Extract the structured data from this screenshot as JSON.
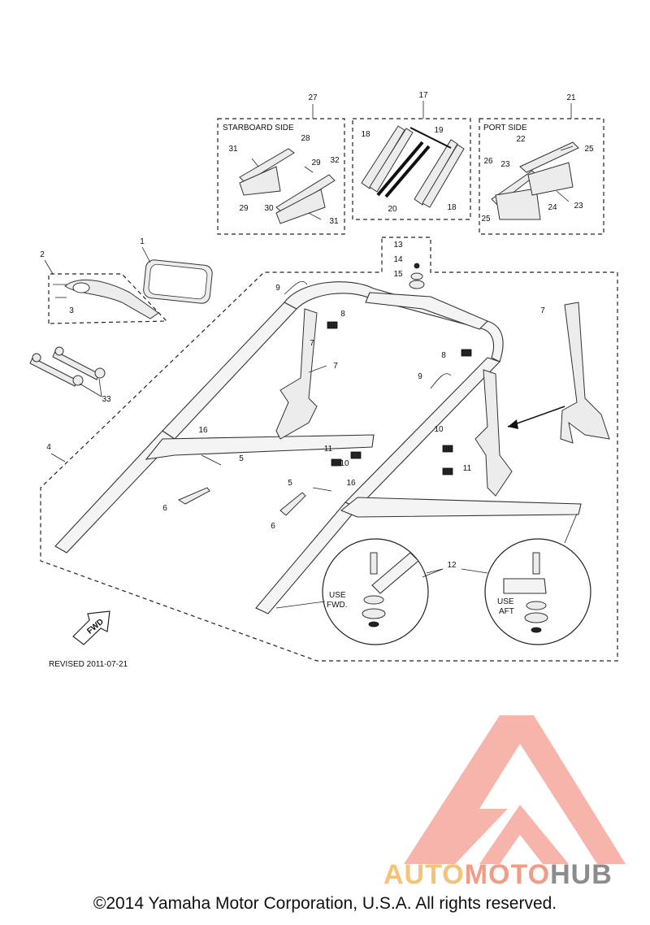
{
  "diagram": {
    "callouts": [
      "1",
      "2",
      "3",
      "4",
      "5",
      "5",
      "6",
      "6",
      "7",
      "7",
      "7",
      "8",
      "8",
      "9",
      "9",
      "10",
      "10",
      "11",
      "11",
      "12",
      "13",
      "14",
      "15",
      "16",
      "16",
      "17",
      "18",
      "18",
      "19",
      "20",
      "21",
      "22",
      "23",
      "23",
      "24",
      "25",
      "25",
      "26",
      "27",
      "28",
      "29",
      "29",
      "30",
      "31",
      "31",
      "32",
      "33"
    ],
    "box_labels": {
      "starboard": "STARBOARD SIDE",
      "port": "PORT SIDE"
    },
    "detail_labels": {
      "use_fwd_1": "USE",
      "use_fwd_2": "FWD.",
      "use_aft_1": "USE",
      "use_aft_2": "AFT"
    },
    "fwd_arrow": "FWD",
    "revised": "REVISED 2011-07-21"
  },
  "watermark": {
    "part1": "AUTO",
    "part2": "MOTO",
    "part3": "HUB",
    "colors": {
      "auto": "#f5c27a",
      "moto": "#f29b85",
      "hub": "#8c8c8c",
      "logo": "#f4a39a"
    }
  },
  "footer": {
    "copyright": "©2014 Yamaha Motor Corporation, U.S.A. All rights reserved."
  }
}
